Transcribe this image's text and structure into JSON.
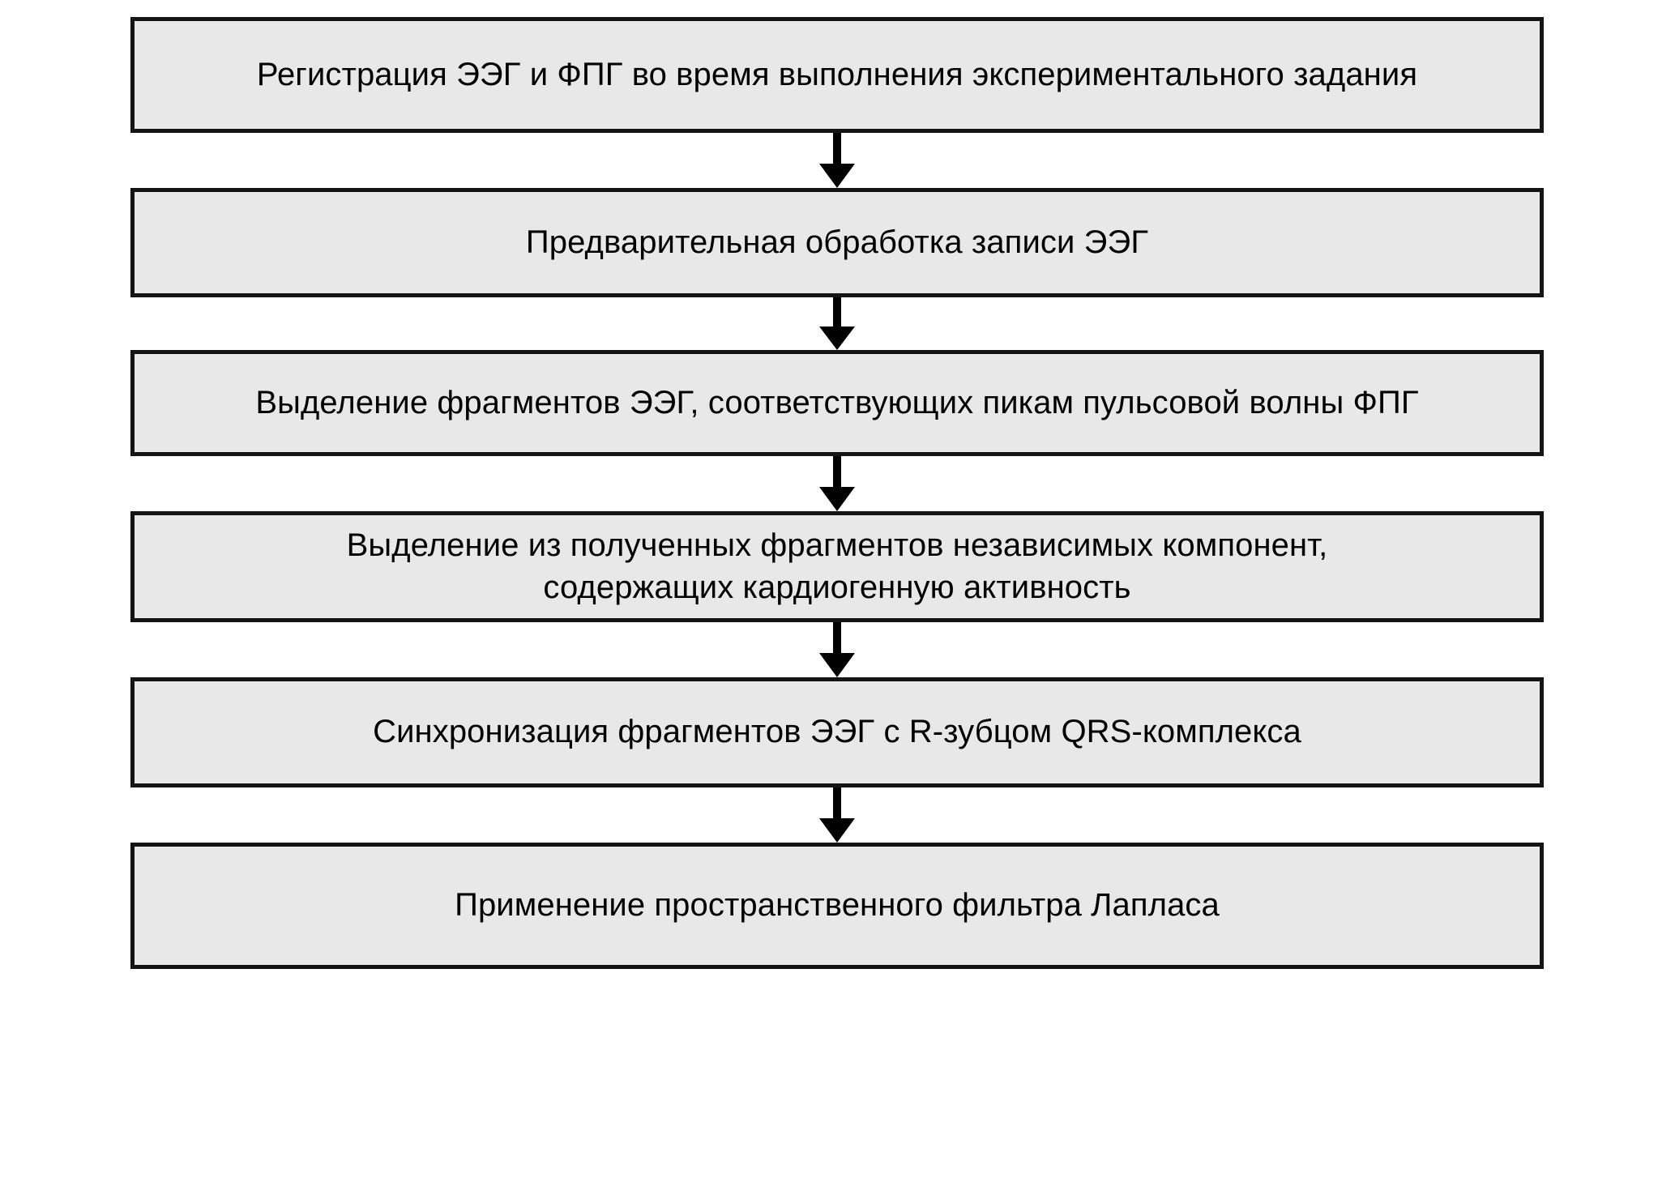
{
  "diagram": {
    "title": "",
    "orientation": "vertical-top-to-bottom",
    "theme": {
      "page_background": "#ffffff",
      "node_fill": "#e8e8e8",
      "node_border": "#141414",
      "text_color": "#000000",
      "arrow_color": "#000000"
    },
    "nodes": [
      {
        "id": "node-1",
        "label": "Регистрация ЭЭГ и ФПГ во время выполнения экспериментального задания",
        "shape": "rectangle"
      },
      {
        "id": "node-2",
        "label": "Предварительная обработка записи ЭЭГ",
        "shape": "rectangle"
      },
      {
        "id": "node-3",
        "label": "Выделение фрагментов ЭЭГ, соответствующих пикам пульсовой волны ФПГ",
        "shape": "rectangle"
      },
      {
        "id": "node-4",
        "label": "Выделение из полученных фрагментов независимых компонент,\nсодержащих кардиогенную активность",
        "shape": "rectangle"
      },
      {
        "id": "node-5",
        "label": "Синхронизация фрагментов ЭЭГ с R-зубцом QRS-комплекса",
        "shape": "rectangle"
      },
      {
        "id": "node-6",
        "label": "Применение пространственного фильтра Лапласа",
        "shape": "rectangle"
      }
    ],
    "connectors": [
      {
        "id": "arrow-1",
        "from": "node-1",
        "to": "node-2",
        "type": "arrow-down"
      },
      {
        "id": "arrow-2",
        "from": "node-2",
        "to": "node-3",
        "type": "arrow-down"
      },
      {
        "id": "arrow-3",
        "from": "node-3",
        "to": "node-4",
        "type": "arrow-down"
      },
      {
        "id": "arrow-4",
        "from": "node-4",
        "to": "node-5",
        "type": "arrow-down"
      },
      {
        "id": "arrow-5",
        "from": "node-5",
        "to": "node-6",
        "type": "arrow-down"
      }
    ]
  }
}
